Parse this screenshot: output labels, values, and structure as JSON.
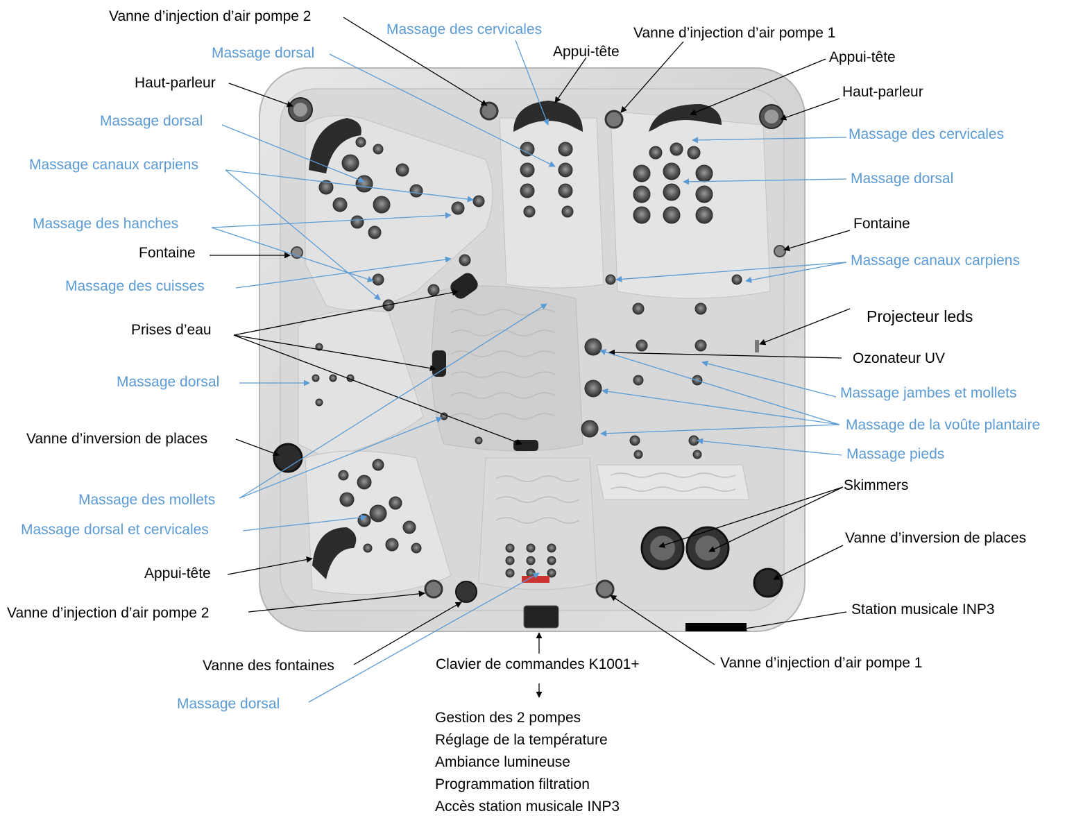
{
  "colors": {
    "black_label": "#000000",
    "blue_label": "#5b9bd5",
    "shell": "#dcdcdc",
    "jet": "#4a4a4a"
  },
  "labels": {
    "air_valve_p2_top": "Vanne d’injection d’air pompe 2",
    "cervical_top": "Massage des cervicales",
    "air_valve_p1_top": "Vanne d’injection d’air pompe 1",
    "dorsal_top": "Massage dorsal",
    "headrest_top_center": "Appui-tête",
    "headrest_top_right": "Appui-tête",
    "speaker_left": "Haut-parleur",
    "speaker_right": "Haut-parleur",
    "dorsal_left_1": "Massage dorsal",
    "cervical_right": "Massage des cervicales",
    "carpal_left": "Massage canaux carpiens",
    "dorsal_right": "Massage dorsal",
    "hips": "Massage des hanches",
    "fountain_right": "Fontaine",
    "fountain_left": "Fontaine",
    "carpal_right": "Massage canaux carpiens",
    "thighs": "Massage des cuisses",
    "led_projector": "Projecteur leds",
    "water_intakes": "Prises d’eau",
    "ozonator": "Ozonateur UV",
    "dorsal_left_2": "Massage dorsal",
    "legs_calves": "Massage jambes et mollets",
    "inversion_valve_left": "Vanne d’inversion de places",
    "arch": "Massage de la voûte plantaire",
    "feet": "Massage pieds",
    "skimmers": "Skimmers",
    "calves": "Massage des mollets",
    "dorsal_cervical": "Massage dorsal et cervicales",
    "inversion_valve_right": "Vanne d’inversion de places",
    "headrest_bottom": "Appui-tête",
    "music_station": "Station musicale INP3",
    "air_valve_p2_bottom": "Vanne d’injection d’air pompe 2",
    "fountain_valve": "Vanne des fontaines",
    "keypad": "Clavier de commandes K1001+",
    "air_valve_p1_bottom": "Vanne d’injection d’air pompe 1",
    "dorsal_bottom": "Massage dorsal"
  },
  "keypad_features": [
    "Gestion des 2 pompes",
    "Réglage de la température",
    "Ambiance lumineuse",
    "Programmation filtration",
    "Accès station musicale INP3"
  ]
}
